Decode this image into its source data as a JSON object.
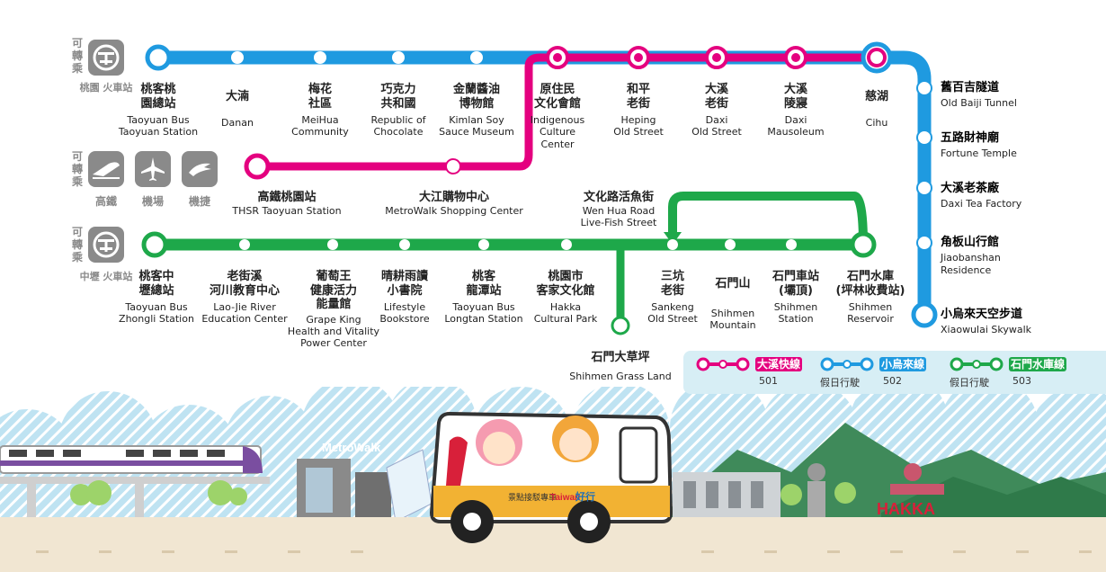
{
  "transfer_label": "可轉乘",
  "transfers": {
    "taoyuan_station": "桃園\n火車站",
    "zhongli_station": "中壢\n火車站",
    "hsr": "高鐵",
    "airport": "機場",
    "mrt": "機捷"
  },
  "stations": {
    "taoyuan_bus": {
      "zh": "桃客桃\n園總站",
      "en": "Taoyuan Bus\nTaoyuan Station"
    },
    "danan": {
      "zh": "大湳",
      "en": "Danan"
    },
    "meihua": {
      "zh": "梅花\n社區",
      "en": "MeiHua\nCommunity"
    },
    "chocolate": {
      "zh": "巧克力\n共和國",
      "en": "Republic of\nChocolate"
    },
    "kimlan": {
      "zh": "金蘭醬油\n博物館",
      "en": "Kimlan Soy\nSauce Museum"
    },
    "indigenous": {
      "zh": "原住民\n文化會館",
      "en": "Indigenous\nCulture Center"
    },
    "heping": {
      "zh": "和平\n老街",
      "en": "Heping\nOld Street"
    },
    "daxi_old": {
      "zh": "大溪\n老街",
      "en": "Daxi\nOld Street"
    },
    "daxi_mausoleum": {
      "zh": "大溪\n陵寢",
      "en": "Daxi\nMausoleum"
    },
    "cihu": {
      "zh": "慈湖",
      "en": "Cihu"
    },
    "thsr": {
      "zh": "高鐵桃園站",
      "en": "THSR Taoyuan Station"
    },
    "metrowalk": {
      "zh": "大江購物中心",
      "en": "MetroWalk Shopping Center"
    },
    "baiji": {
      "zh": "舊百吉隧道",
      "en": "Old Baiji Tunnel"
    },
    "fortune": {
      "zh": "五路財神廟",
      "en": "Fortune Temple"
    },
    "daxi_tea": {
      "zh": "大溪老茶廠",
      "en": "Daxi Tea Factory"
    },
    "jiaobanshan": {
      "zh": "角板山行館",
      "en": "Jiaobanshan\nResidence"
    },
    "xiaowulai": {
      "zh": "小烏來天空步道",
      "en": "Xiaowulai Skywalk"
    },
    "zhongli_bus": {
      "zh": "桃客中\n壢總站",
      "en": "Taoyuan Bus\nZhongli Station"
    },
    "laojie": {
      "zh": "老街溪\n河川教育中心",
      "en": "Lao-Jie River\nEducation Center"
    },
    "grapeking": {
      "zh": "葡萄王\n健康活力\n能量館",
      "en": "Grape King\nHealth and Vitality\nPower Center"
    },
    "lifestyle": {
      "zh": "晴耕雨讀\n小書院",
      "en": "Lifestyle\nBookstore"
    },
    "longtan": {
      "zh": "桃客\n龍潭站",
      "en": "Taoyuan Bus\nLongtan Station"
    },
    "hakka": {
      "zh": "桃園市\n客家文化館",
      "en": "Hakka\nCultural Park"
    },
    "grassland": {
      "zh": "石門大草坪",
      "en": "Shihmen Grass Land"
    },
    "fish": {
      "zh": "文化路活魚街",
      "en": "Wen Hua Road\nLive-Fish Street"
    },
    "sankeng": {
      "zh": "三坑\n老街",
      "en": "Sankeng\nOld Street"
    },
    "mountain": {
      "zh": "石門山",
      "en": "Shihmen\nMountain"
    },
    "shihmen_station": {
      "zh": "石門車站\n(壩頂)",
      "en": "Shihmen\nStation"
    },
    "reservoir": {
      "zh": "石門水庫\n(坪林收費站)",
      "en": "Shihmen\nReservoir"
    }
  },
  "legend": {
    "line501": {
      "name": "大溪快線",
      "number": "501",
      "color": "#e4007f"
    },
    "line502": {
      "name": "小烏來線",
      "number": "502",
      "color": "#1f9ae0"
    },
    "line503": {
      "name": "石門水庫線",
      "number": "503",
      "color": "#1ea84a"
    },
    "holiday_note": "假日行駛"
  },
  "scene": {
    "metrowalk_sign": "MetroWalk",
    "hakka_sign": "HAKKA",
    "bus_brand": "Taiwan",
    "bus_tagline": "景點接駁專車",
    "bus_side": "好行"
  }
}
